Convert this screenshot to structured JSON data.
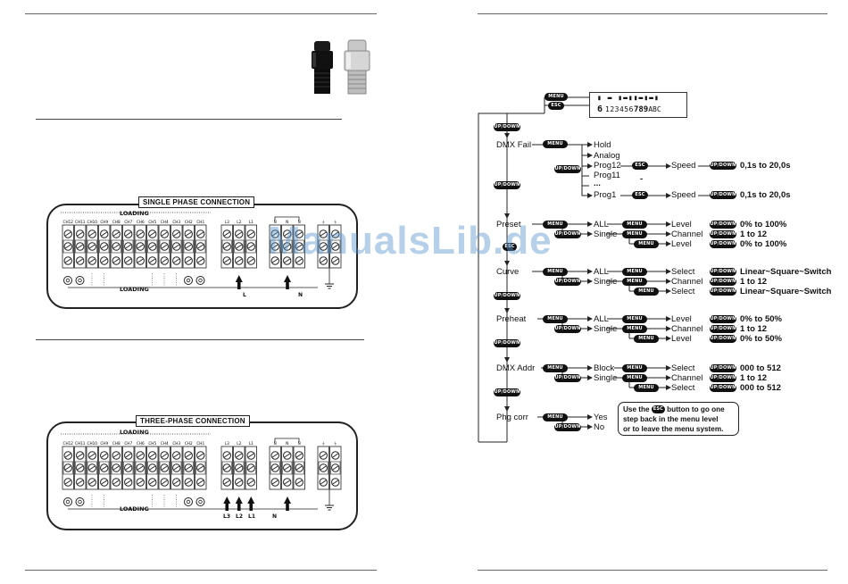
{
  "watermark": "ManualsLib.de",
  "single_phase": {
    "title": "SINGLE PHASE CONNECTION",
    "loading_top": "LOADING",
    "loading_bottom": "LOADING",
    "channels": [
      "CH12",
      "CH11",
      "CH10",
      "CH9",
      "CH8",
      "CH7",
      "CH6",
      "CH5",
      "CH4",
      "CH3",
      "CH2",
      "CH1"
    ],
    "phase_terms": [
      "L3",
      "L2",
      "L1"
    ],
    "n_terms": [
      "N",
      "N",
      "N"
    ],
    "pe_terms": [
      "⏚",
      "⏚"
    ],
    "arrow_l": "L",
    "arrow_n": "N"
  },
  "three_phase": {
    "title": "THREE-PHASE CONNECTION",
    "loading_top": "LOADING",
    "loading_bottom": "LOADING",
    "channels": [
      "CH12",
      "CH11",
      "CH10",
      "CH9",
      "CH8",
      "CH7",
      "CH6",
      "CH5",
      "CH4",
      "CH3",
      "CH2",
      "CH1"
    ],
    "phase_terms": [
      "L3",
      "L2",
      "L1"
    ],
    "n_terms": [
      "N",
      "N",
      "N"
    ],
    "arrow_labels": [
      "L3",
      "L2",
      "L1"
    ],
    "arrow_n": "N"
  },
  "lcd": {
    "row1_bars": "▮ ▬ ▮▬▮▮▬▮▬▮",
    "row2": "6 123456789ABC",
    "row2_big": "6",
    "row2_rest": "123456",
    "row2_bold": "789",
    "row2_tail": "ABC"
  },
  "keys": {
    "menu": "MENU",
    "esc": "ESC",
    "updown": "UP/DOWN"
  },
  "menu": {
    "dmx_fail": {
      "label": "DMX Fail",
      "options": [
        "Hold",
        "Analog",
        "Prog12",
        "Prog11",
        "...",
        "Prog1"
      ],
      "speed": "Speed",
      "speed_range": "0,1s to 20,0s",
      "dash": "-"
    },
    "preset": {
      "label": "Preset",
      "all": "ALL",
      "single": "Single",
      "level": "Level",
      "level_range": "0% to 100%",
      "channel": "Channel",
      "channel_range": "1 to 12"
    },
    "curve": {
      "label": "Curve",
      "all": "ALL",
      "single": "Single",
      "select": "Select",
      "select_range": "Linear~Square~Switch",
      "channel": "Channel",
      "channel_range": "1 to 12"
    },
    "preheat": {
      "label": "Preheat",
      "all": "ALL",
      "single": "Single",
      "level": "Level",
      "level_range": "0% to 50%",
      "channel": "Channel",
      "channel_range": "1 to 12"
    },
    "dmx_addr": {
      "label": "DMX Addr",
      "block": "Block",
      "single": "Single",
      "select": "Select",
      "select_range": "000 to 512",
      "channel": "Channel",
      "channel_range": "1 to 12"
    },
    "phg_corr": {
      "label": "Phg corr",
      "yes": "Yes",
      "no": "No"
    },
    "note": [
      "Use the",
      "button to go one",
      "step back in the menu level",
      "or to leave the menu system."
    ]
  }
}
